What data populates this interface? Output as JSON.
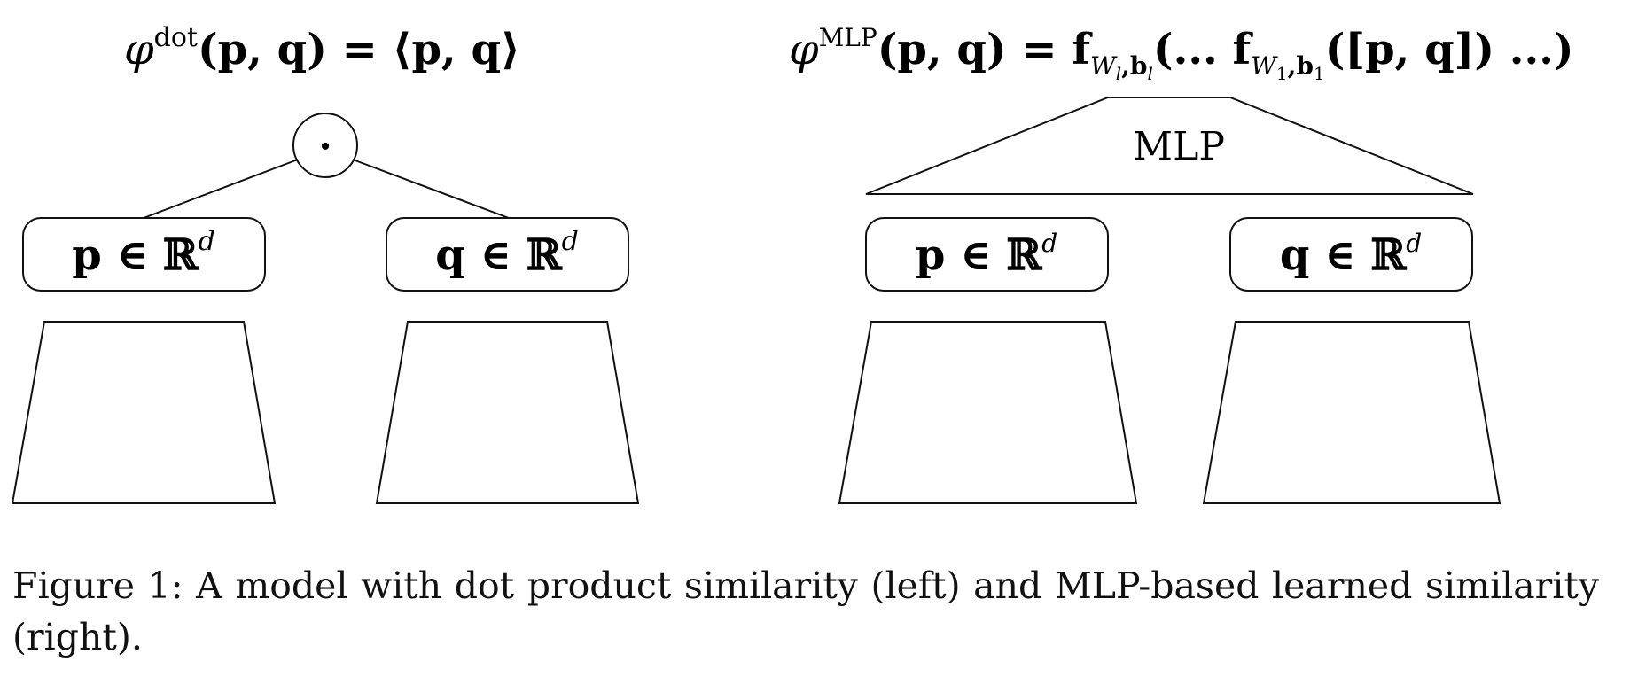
{
  "left_panel": {
    "formula_phi": "φ",
    "formula_sup": "dot",
    "formula_rest": "(p, q) = ⟨p, q⟩",
    "combine_symbol": "·",
    "vector_p": "p ∈ ℝ",
    "vector_q": "q ∈ ℝ",
    "vector_dim": "d"
  },
  "right_panel": {
    "formula_phi": "φ",
    "formula_sup": "MLP",
    "formula_mid": "(p, q) = f",
    "formula_sub_l": "W",
    "formula_sub_l_idx": "l",
    "formula_sub_l_b": ",b",
    "formula_sub_l_b_idx": "l",
    "formula_mid2": "(... f",
    "formula_sub_1": "W",
    "formula_sub_1_idx": "1",
    "formula_sub_1_b": ",b",
    "formula_sub_1_b_idx": "1",
    "formula_end": "([p, q]) ...)",
    "mlp_label": "MLP",
    "vector_p": "p ∈ ℝ",
    "vector_q": "q ∈ ℝ",
    "vector_dim": "d"
  },
  "caption": "Figure 1: A model with dot product similarity (left) and MLP-based learned similarity (right)."
}
